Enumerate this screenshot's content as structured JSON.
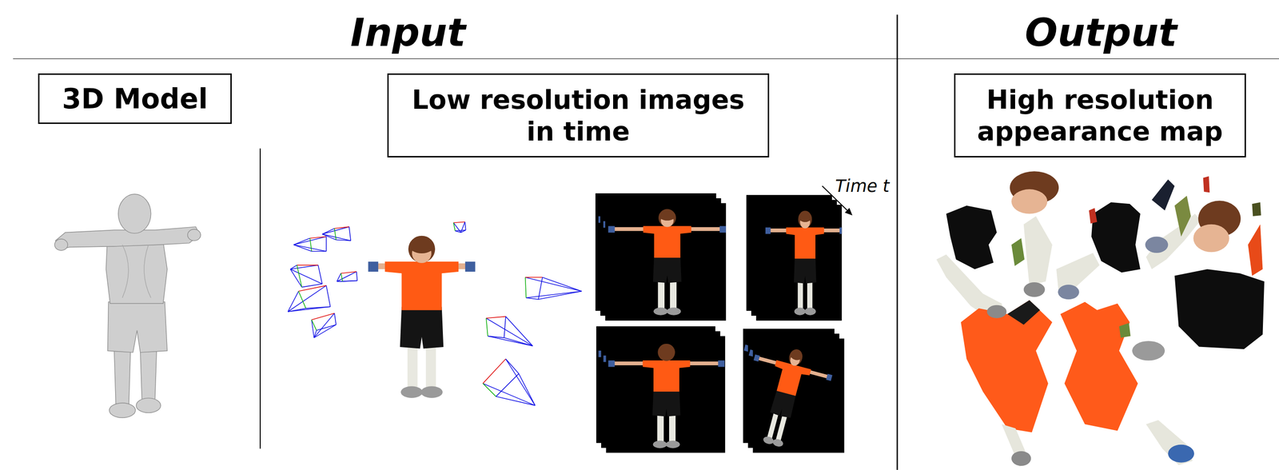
{
  "diagram": {
    "nodes": [
      {
        "text": [
          "3D Model"
        ]
      },
      {
        "text": [
          "Low resolution images in time"
        ]
      },
      {
        "text": [
          "High resolution appearance map"
        ]
      }
    ],
    "labels": [
      "Input",
      "Output",
      "Time t"
    ]
  }
}
